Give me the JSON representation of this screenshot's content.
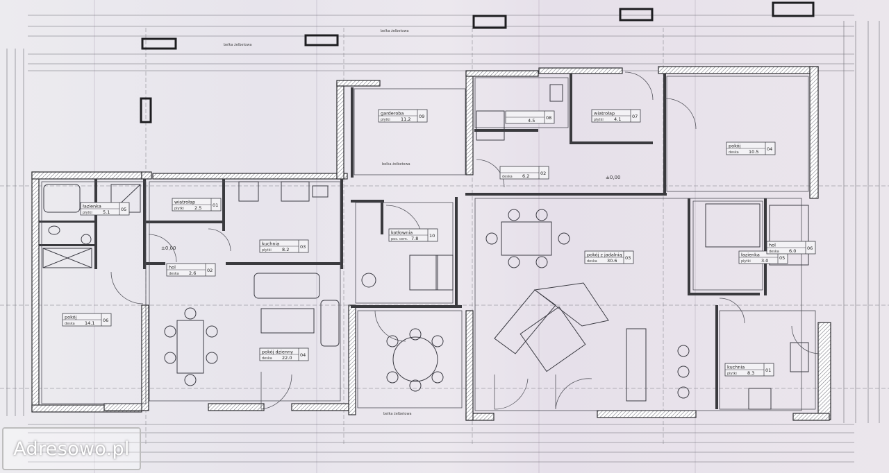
{
  "colors": {
    "wall": "#3a3a3e",
    "hatch": "#8a8a92",
    "line": "#5a5a62",
    "paper": "#ecebef"
  },
  "rooms": [
    {
      "id": "r01a",
      "num": "01",
      "name": "wiatrołap",
      "floor": "płytki",
      "area": "2.5"
    },
    {
      "id": "r02a",
      "num": "02",
      "name": "hol",
      "floor": "deska",
      "area": "2.6"
    },
    {
      "id": "r03a",
      "num": "03",
      "name": "kuchnia",
      "floor": "płytki",
      "area": "8.2"
    },
    {
      "id": "r04a",
      "num": "04",
      "name": "pokój dzienny",
      "floor": "deska",
      "area": "22.0"
    },
    {
      "id": "r05a",
      "num": "05",
      "name": "łazienka",
      "floor": "płytki",
      "area": "5.1"
    },
    {
      "id": "r06a",
      "num": "06",
      "name": "pokój",
      "floor": "deska",
      "area": "14.1"
    },
    {
      "id": "r10",
      "num": "10",
      "name": "kotłownia",
      "floor": "pos. cem.",
      "area": "7.8"
    },
    {
      "id": "r09",
      "num": "09",
      "name": "garderoba",
      "floor": "płytki",
      "area": "11.2"
    },
    {
      "id": "r08",
      "num": "08",
      "name": "",
      "floor": "",
      "area": "4.5"
    },
    {
      "id": "r07",
      "num": "07",
      "name": "wiatrołap",
      "floor": "płytki",
      "area": "4.1"
    },
    {
      "id": "r02b",
      "num": "02",
      "name": "",
      "floor": "deska",
      "area": "6.2"
    },
    {
      "id": "r03b",
      "num": "03",
      "name": "pokój z jadalnią",
      "floor": "deska",
      "area": "30.6"
    },
    {
      "id": "r04b",
      "num": "04",
      "name": "pokój",
      "floor": "deska",
      "area": "10.5"
    },
    {
      "id": "r05b",
      "num": "05",
      "name": "łazienka",
      "floor": "płytki",
      "area": "3.0"
    },
    {
      "id": "r06b",
      "num": "06",
      "name": "hol",
      "floor": "deska",
      "area": "6.0"
    },
    {
      "id": "r01b",
      "num": "01",
      "name": "kuchnia",
      "floor": "płytki",
      "area": "8.3"
    }
  ],
  "level_markers": [
    "±0,00",
    "±0,00"
  ],
  "notes": [
    "belka żelbetowa",
    "belka żelbetowa",
    "belka żelbetowa",
    "belka żelbetowa"
  ],
  "watermark": "Adresowo.pl"
}
